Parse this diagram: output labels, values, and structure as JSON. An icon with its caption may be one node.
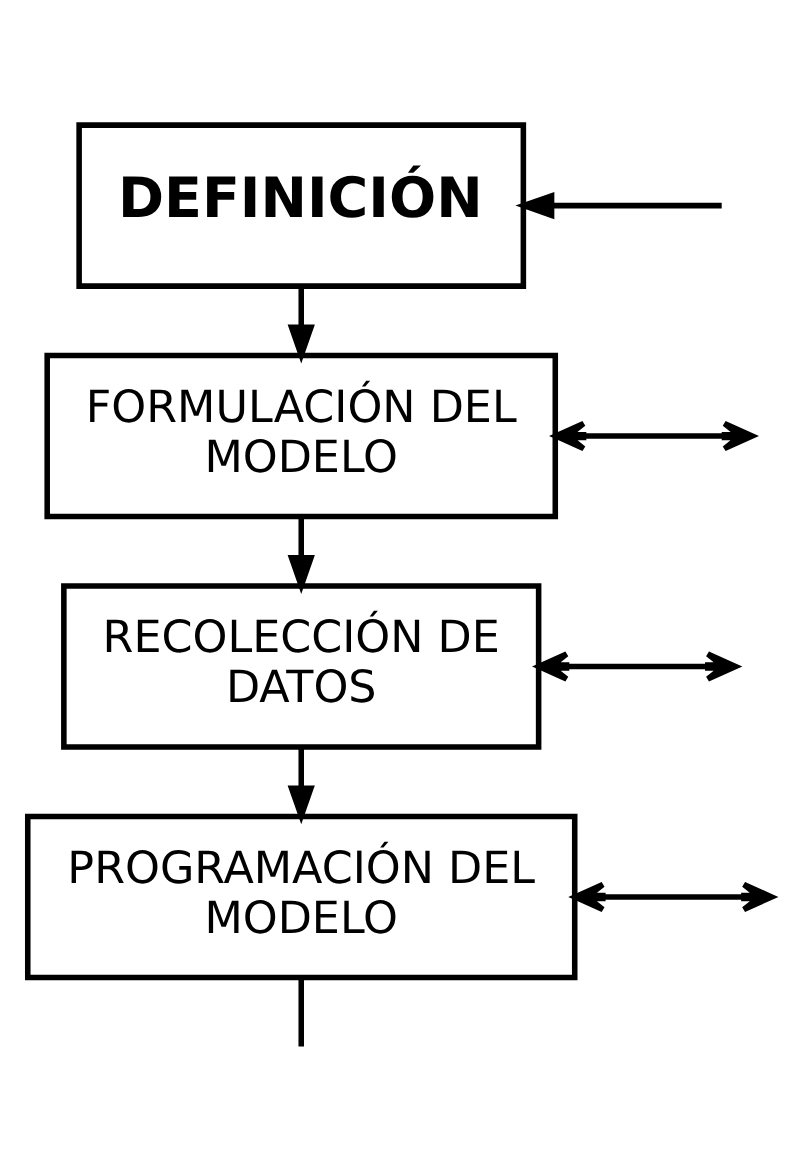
{
  "diagram": {
    "nodes": [
      {
        "text": [
          "DEFINICIÓN"
        ]
      },
      {
        "text": [
          "FORMULACIÓN DEL MODELO"
        ]
      },
      {
        "text": [
          "RECOLECCIÓN DE DATOS"
        ]
      },
      {
        "text": [
          "PROGRAMACIÓN DEL MODELO"
        ]
      }
    ],
    "edges": [
      {
        "from": null,
        "to": 0,
        "arrow": "to"
      },
      {
        "from": 0,
        "to": 1,
        "arrow": "to"
      },
      {
        "from": null,
        "to": 1,
        "arrow": "both"
      },
      {
        "from": 1,
        "to": 2,
        "arrow": "to"
      },
      {
        "from": null,
        "to": 2,
        "arrow": "both"
      },
      {
        "from": 2,
        "to": 3,
        "arrow": "to"
      },
      {
        "from": null,
        "to": 3,
        "arrow": "both"
      },
      {
        "from": 3,
        "to": null,
        "arrow": "none"
      }
    ]
  }
}
